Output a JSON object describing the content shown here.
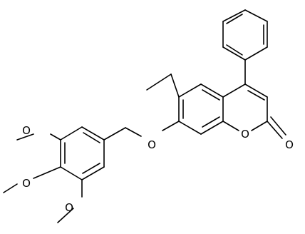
{
  "structure": {
    "atom_labels": [
      "O",
      "O",
      "O",
      "O",
      "O",
      "O"
    ]
  },
  "colors": {
    "ink": "#000000",
    "background": "#ffffff"
  }
}
